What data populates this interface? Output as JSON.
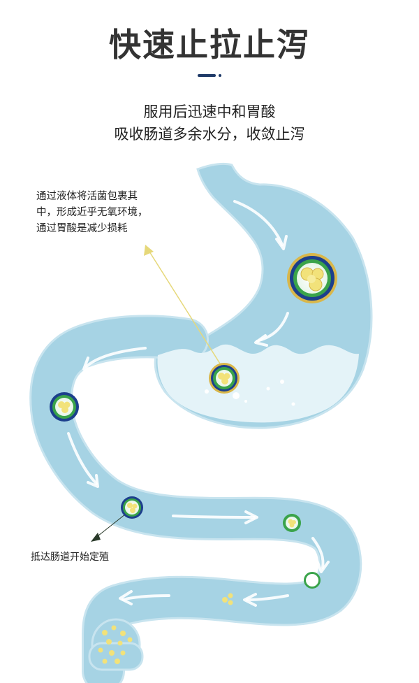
{
  "header": {
    "title": "快速止拉止泻",
    "subtitle_line1": "服用后迅速中和胃酸",
    "subtitle_line2": "吸收肠道多余水分，收敛止泻"
  },
  "annotations": {
    "top_line1": "通过液体将活菌包裹其",
    "top_line2": "中，形成近乎无氧环境，",
    "top_line3": "通过胃酸是减少损耗",
    "bottom": "抵达肠道开始定殖"
  },
  "colors": {
    "accent": "#1f3a68",
    "organ_fill": "#a6d3e4",
    "organ_outline": "#c8e4ef",
    "fluid": "#e4f3f8",
    "arrow": "#ffffff",
    "capsule_outer": "#1c3f8c",
    "capsule_ring": "#3aa34a",
    "capsule_gold": "#d9b74a",
    "bacteria": "#f2e27a",
    "pointer_line": "#e6d87a"
  }
}
